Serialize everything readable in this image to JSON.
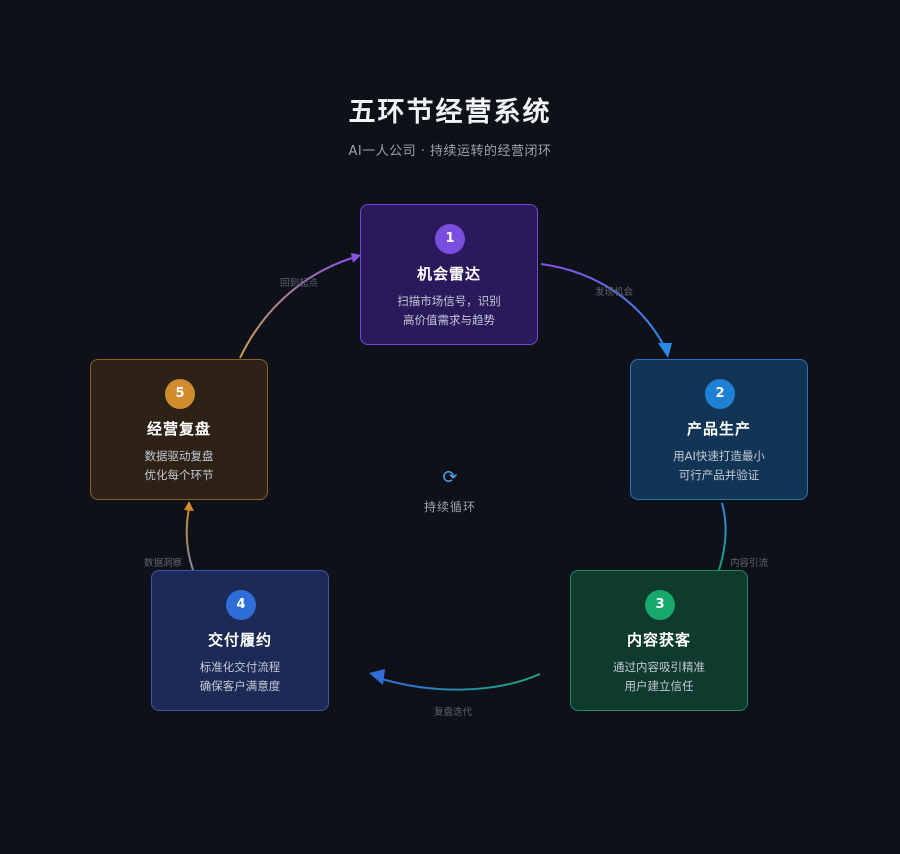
{
  "header": {
    "title": "五环节经营系统",
    "subtitle": "AI一人公司 · 持续运转的经营闭环"
  },
  "center": {
    "icon": "refresh-icon",
    "label": "持续循环"
  },
  "steps": [
    {
      "number": "1",
      "title": "机会雷达",
      "desc_line1": "扫描市场信号，识别",
      "desc_line2": "高价值需求与趋势",
      "color": "#7b4ee0"
    },
    {
      "number": "2",
      "title": "产品生产",
      "desc_line1": "用AI快速打造最小",
      "desc_line2": "可行产品并验证",
      "color": "#1f80d6"
    },
    {
      "number": "3",
      "title": "内容获客",
      "desc_line1": "通过内容吸引精准",
      "desc_line2": "用户建立信任",
      "color": "#17a86b"
    },
    {
      "number": "4",
      "title": "交付履约",
      "desc_line1": "标准化交付流程",
      "desc_line2": "确保客户满意度",
      "color": "#2f6ed6"
    },
    {
      "number": "5",
      "title": "经营复盘",
      "desc_line1": "数据驱动复盘",
      "desc_line2": "优化每个环节",
      "color": "#d08b2c"
    }
  ],
  "connectors": [
    {
      "label": "发现机会"
    },
    {
      "label": "内容引流"
    },
    {
      "label": "复盘迭代"
    },
    {
      "label": "数据洞察"
    },
    {
      "label": "回到起点"
    }
  ]
}
